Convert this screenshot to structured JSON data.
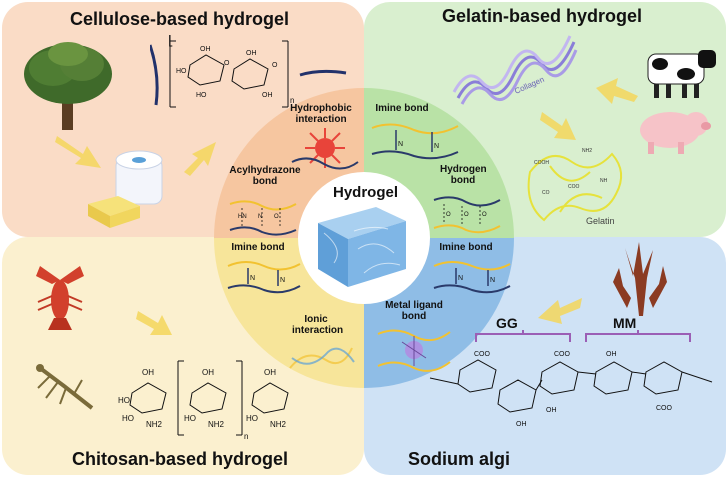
{
  "quadrants": {
    "cellulose": {
      "title": "Cellulose-based hydrogel",
      "color": "#fadcc6",
      "formula_n": "n"
    },
    "gelatin": {
      "title": "Gelatin-based hydrogel",
      "color": "#d9efcf",
      "collagen_label": "Collagen",
      "gelatin_label": "Gelatin"
    },
    "chitosan": {
      "title": "Chitosan-based hydrogel",
      "color": "#fbf0cf",
      "formula_n": "n"
    },
    "alginate": {
      "title": "Sodium algi",
      "color": "#cfe2f5",
      "gg_label": "GG",
      "mm_label": "MM"
    }
  },
  "ring": {
    "center_title": "Hydrogel",
    "hydrophobic": "Hydrophobic interaction",
    "acylhydrazone": "Acylhydrazone bond",
    "imine_left": "Imine bond",
    "ionic": "Ionic interaction",
    "imine_top": "Imine bond",
    "hydrogen": "Hydrogen bond",
    "imine_right": "Imine bond",
    "metal_ligand": "Metal ligand bond"
  },
  "colors": {
    "arrow": "#f3d65a",
    "ring_orange": "#f6c6a0",
    "ring_green": "#b9e2a6",
    "ring_yellow": "#f7e59a",
    "ring_blue": "#8fbde6",
    "chain_dark": "#2a3a6a",
    "chain_yellow": "#f2c230"
  },
  "icons": [
    "tree-icon",
    "toilet-paper-icon",
    "butter-icon",
    "collagen-helix-icon",
    "cow-icon",
    "pig-icon",
    "lobster-icon",
    "mantis-icon",
    "seaweed-icon",
    "hydrogel-cube-icon"
  ]
}
